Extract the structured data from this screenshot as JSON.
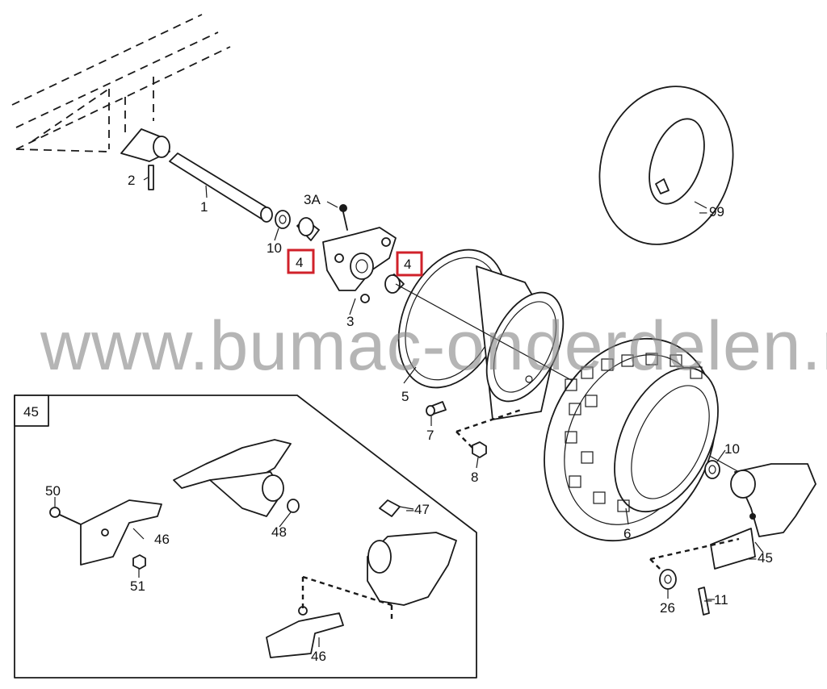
{
  "watermark": "www.bumac-onderdelen.nl",
  "labels": {
    "p1": "1",
    "p2": "2",
    "p3": "3",
    "p3a": "3A",
    "p4": "4",
    "p5": "5",
    "p6": "6",
    "p7": "7",
    "p8": "8",
    "p10": "10",
    "p11": "11",
    "p26": "26",
    "p45": "45",
    "p46": "46",
    "p47": "47",
    "p48": "48",
    "p50": "50",
    "p51": "51",
    "p99": "99",
    "dash": "–"
  },
  "colors": {
    "highlight": "#d0212a",
    "line": "#1a1a1a",
    "watermark": "#878787"
  }
}
